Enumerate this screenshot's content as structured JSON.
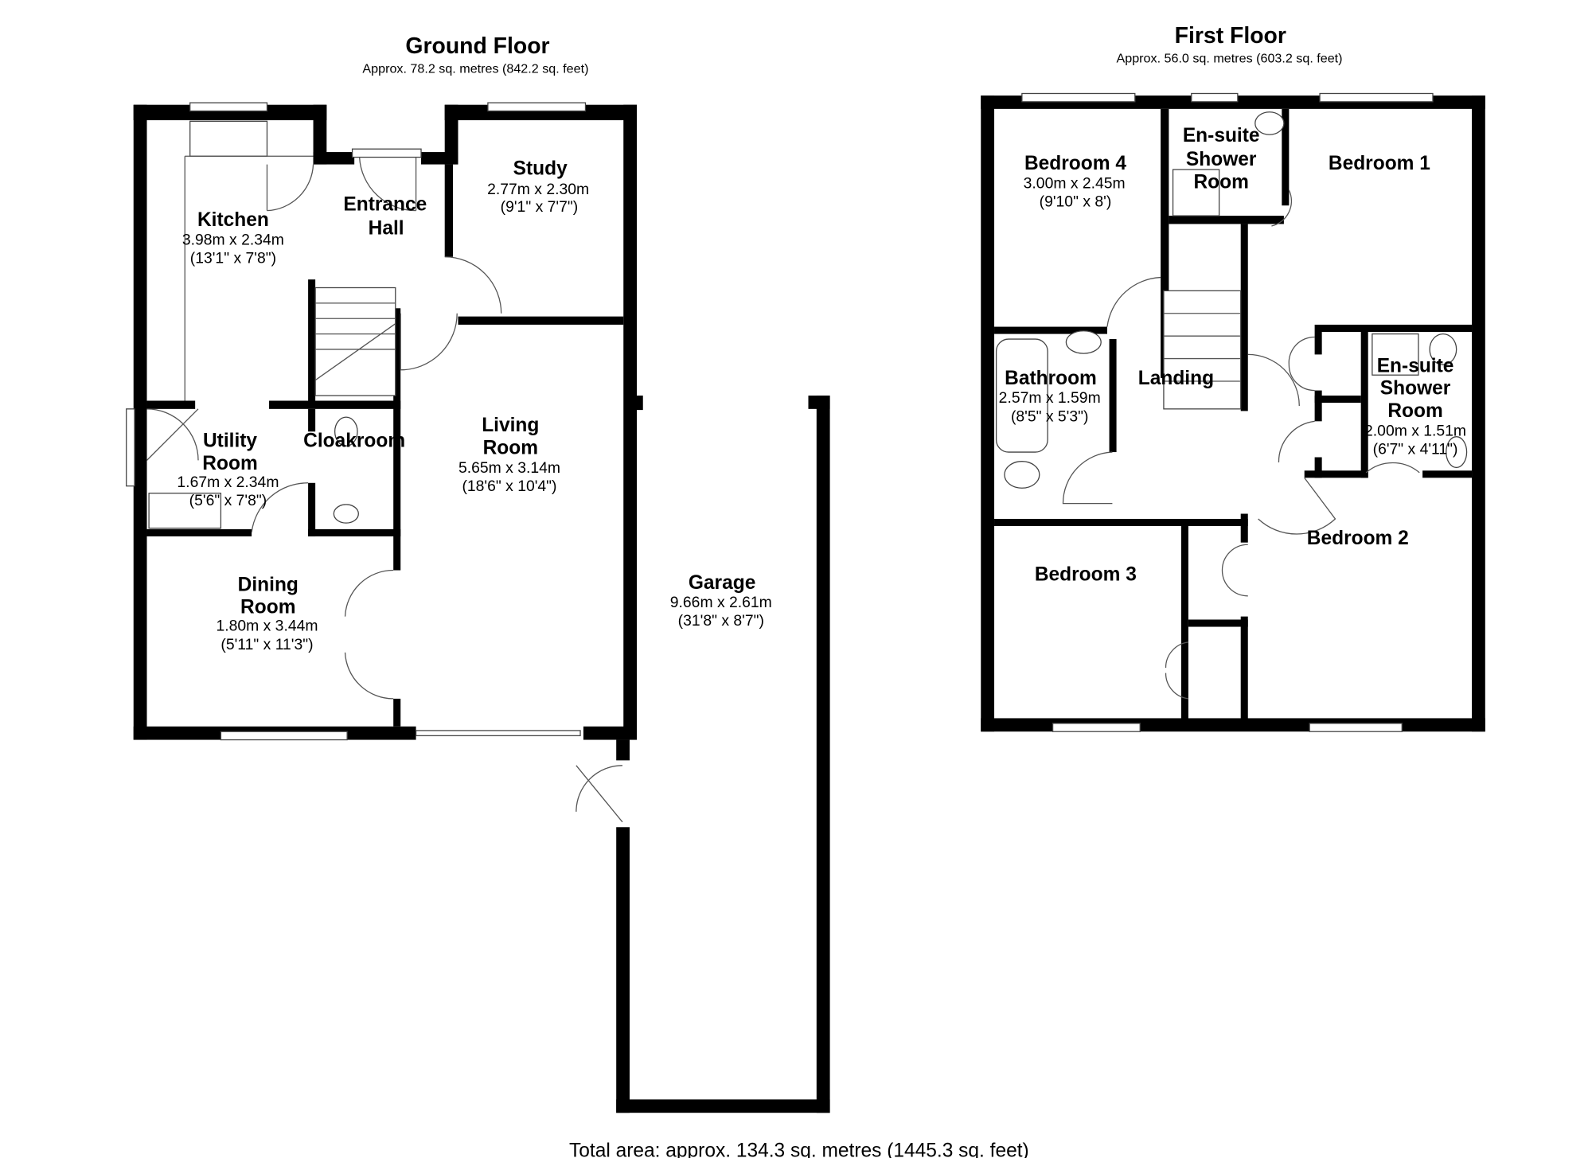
{
  "ground_floor": {
    "title": "Ground Floor",
    "area": "Approx. 78.2 sq. metres (842.2 sq. feet)",
    "rooms": {
      "kitchen": {
        "name": [
          "Kitchen"
        ],
        "metric": "3.98m x 2.34m",
        "imperial": "(13'1\" x 7'8\")"
      },
      "entrance_hall": {
        "name": [
          "Entrance",
          "Hall"
        ]
      },
      "study": {
        "name": [
          "Study"
        ],
        "metric": "2.77m x 2.30m",
        "imperial": "(9'1\" x 7'7\")"
      },
      "utility": {
        "name": [
          "Utility",
          "Room"
        ],
        "metric": "1.67m x 2.34m",
        "imperial": "(5'6\" x 7'8\")"
      },
      "cloakroom": {
        "name": [
          "Cloakroom"
        ]
      },
      "living": {
        "name": [
          "Living",
          "Room"
        ],
        "metric": "5.65m x 3.14m",
        "imperial": "(18'6\" x 10'4\")"
      },
      "dining": {
        "name": [
          "Dining",
          "Room"
        ],
        "metric": "1.80m x 3.44m",
        "imperial": "(5'11\" x 11'3\")"
      },
      "garage": {
        "name": [
          "Garage"
        ],
        "metric": "9.66m x 2.61m",
        "imperial": "(31'8\" x 8'7\")"
      }
    }
  },
  "first_floor": {
    "title": "First Floor",
    "area": "Approx. 56.0 sq. metres (603.2 sq. feet)",
    "rooms": {
      "bedroom4": {
        "name": [
          "Bedroom 4"
        ],
        "metric": "3.00m x 2.45m",
        "imperial": "(9'10\" x 8')"
      },
      "ensuite1": {
        "name": [
          "En-suite",
          "Shower",
          "Room"
        ]
      },
      "bedroom1": {
        "name": [
          "Bedroom 1"
        ]
      },
      "bathroom": {
        "name": [
          "Bathroom"
        ],
        "metric": "2.57m x 1.59m",
        "imperial": "(8'5\" x 5'3\")"
      },
      "landing": {
        "name": [
          "Landing"
        ]
      },
      "ensuite2": {
        "name": [
          "En-suite",
          "Shower",
          "Room"
        ],
        "metric": "2.00m x 1.51m",
        "imperial": "(6'7\" x 4'11\")"
      },
      "bedroom2": {
        "name": [
          "Bedroom 2"
        ]
      },
      "bedroom3": {
        "name": [
          "Bedroom 3"
        ]
      }
    }
  },
  "total_area": "Total area: approx. 134.3 sq. metres (1445.3 sq. feet)"
}
